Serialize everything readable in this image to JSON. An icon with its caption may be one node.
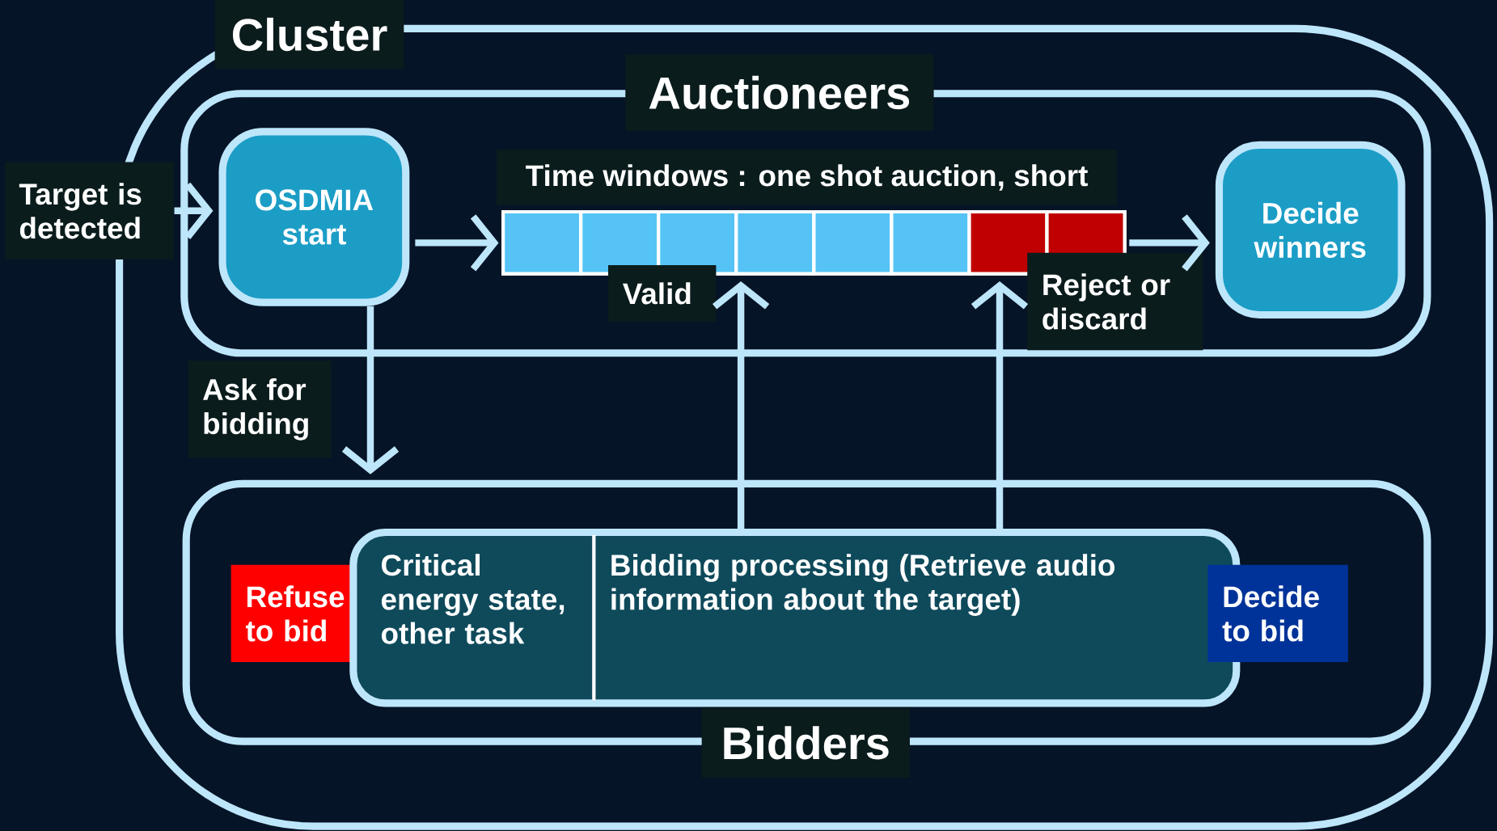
{
  "diagram": {
    "nodes": [
      {
        "text": [
          "Cluster"
        ]
      },
      {
        "text": [
          "Auctioneers"
        ],
        "in": 0
      },
      {
        "text": [
          "Target is detected"
        ]
      },
      {
        "text": [
          "OSDMIA start"
        ],
        "in": 1
      },
      {
        "text": [
          "Time windows : one shot auction, short",
          "Valid",
          "Reject or discard"
        ],
        "in": 1
      },
      {
        "text": [
          "Decide winners"
        ],
        "in": 1
      },
      {
        "text": [
          "Bidders"
        ],
        "in": 0
      },
      {
        "text": [
          "Refuse to bid"
        ],
        "in": 6
      },
      {
        "text": [
          "Critical energy state, other task",
          "Bidding processing (Retrieve audio information about the target)"
        ],
        "in": 6
      },
      {
        "text": [
          "Decide to bid"
        ],
        "in": 6
      }
    ],
    "edges": [
      {
        "from": 2,
        "to": 3,
        "arrow": "to"
      },
      {
        "from": 3,
        "to": 4,
        "arrow": "to"
      },
      {
        "from": 4,
        "to": 5,
        "arrow": "to"
      },
      {
        "from": 3,
        "to": 6,
        "arrow": "to",
        "label": "Ask for bidding"
      },
      {
        "from": 8,
        "to": 4,
        "arrow": "to"
      },
      {
        "from": 8,
        "to": 4,
        "arrow": "to"
      }
    ]
  }
}
